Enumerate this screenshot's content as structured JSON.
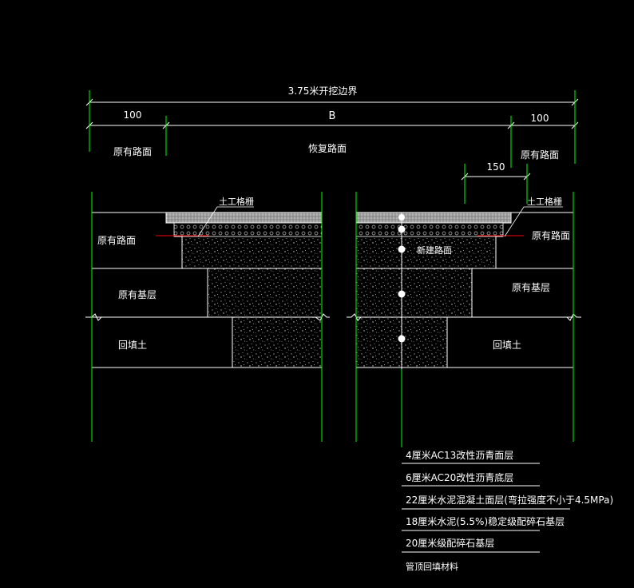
{
  "dimensions": {
    "total": "3.75米开挖边界",
    "left_margin": "100",
    "middle": "B",
    "right_margin": "100",
    "step": "150"
  },
  "zones": {
    "left_top": "原有路面",
    "center_top": "恢复路面",
    "right_top": "原有路面"
  },
  "labels": {
    "geogrid_left": "土工格栅",
    "geogrid_right": "土工格栅",
    "orig_pavement_left": "原有路面",
    "orig_pavement_right": "原有路面",
    "orig_base_left": "原有基层",
    "orig_base_right": "原有基层",
    "backfill_left": "回填土",
    "backfill_right": "回填土",
    "new_pavement": "新建路面"
  },
  "legend": [
    "4厘米AC13改性沥青面层",
    "6厘米AC20改性沥青底层",
    "22厘米水泥混凝土面层(弯拉强度不小于4.5MPa)",
    "18厘米水泥(5.5%)稳定级配碎石基层",
    "20厘米级配碎石基层",
    "管顶回填材料"
  ],
  "colors": {
    "background": "#000000",
    "line_white": "#ffffff",
    "line_green": "#00ff00",
    "line_red": "#ff0000",
    "fill_gray": "#bdbdbd"
  }
}
